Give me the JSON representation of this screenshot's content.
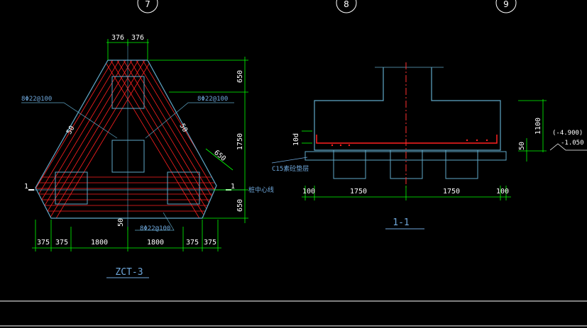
{
  "colors": {
    "background": "#000000",
    "outline": "#5fa8c8",
    "rebar": "#ff2020",
    "dimension": "#00ff00",
    "text": "#ffffff",
    "axis": "#ff3030",
    "label": "#6fa8dc"
  },
  "grid_bubbles": [
    "7",
    "8",
    "9"
  ],
  "plan": {
    "title": "ZCT-3",
    "top_dims": [
      "376",
      "376"
    ],
    "right_dims": [
      "650",
      "1750",
      "650"
    ],
    "bottom_dims": [
      "375",
      "375",
      "1800",
      "1800",
      "375",
      "375"
    ],
    "diag_dim": "650",
    "edge_dim_left": "50",
    "edge_dim_right": "50",
    "bottom_edge_dim": "50",
    "rebar_left": "8Φ22@100",
    "rebar_right": "8Φ22@100",
    "rebar_bottom": "8Φ22@100",
    "section_mark_left": "1",
    "section_mark_right": "1",
    "centerline_note": "桩中心线"
  },
  "section": {
    "title": "1-1",
    "bottom_dims": [
      "100",
      "1750",
      "1750",
      "100"
    ],
    "height_dim": "1100",
    "edge_dim": "50",
    "cover_dim": "10d",
    "cushion_note": "C15素砼垫层",
    "elev_top": "(-4.900)",
    "elev_bottom": "-1.050"
  }
}
